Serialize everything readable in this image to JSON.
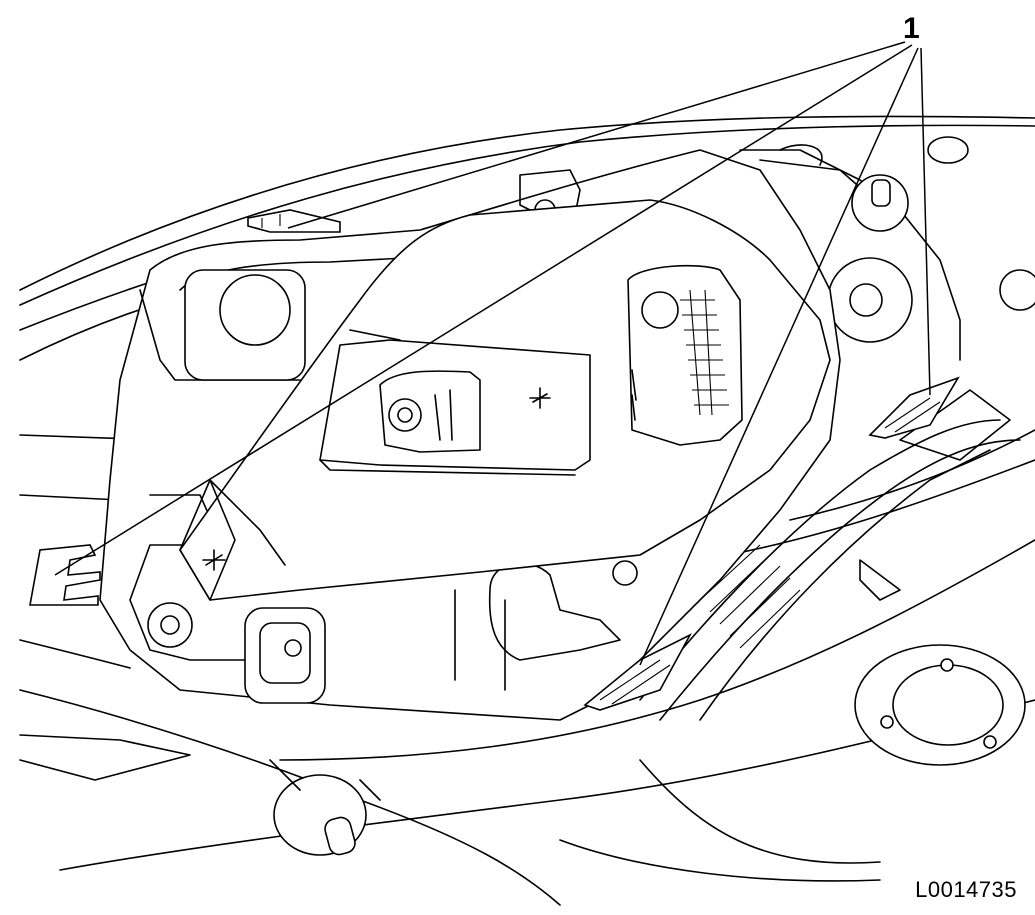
{
  "figure": {
    "callout_label": "1",
    "figure_id": "L0014735"
  },
  "callout_targets": [
    "left-clip",
    "top-clip",
    "lower-right-clip",
    "right-clip"
  ]
}
